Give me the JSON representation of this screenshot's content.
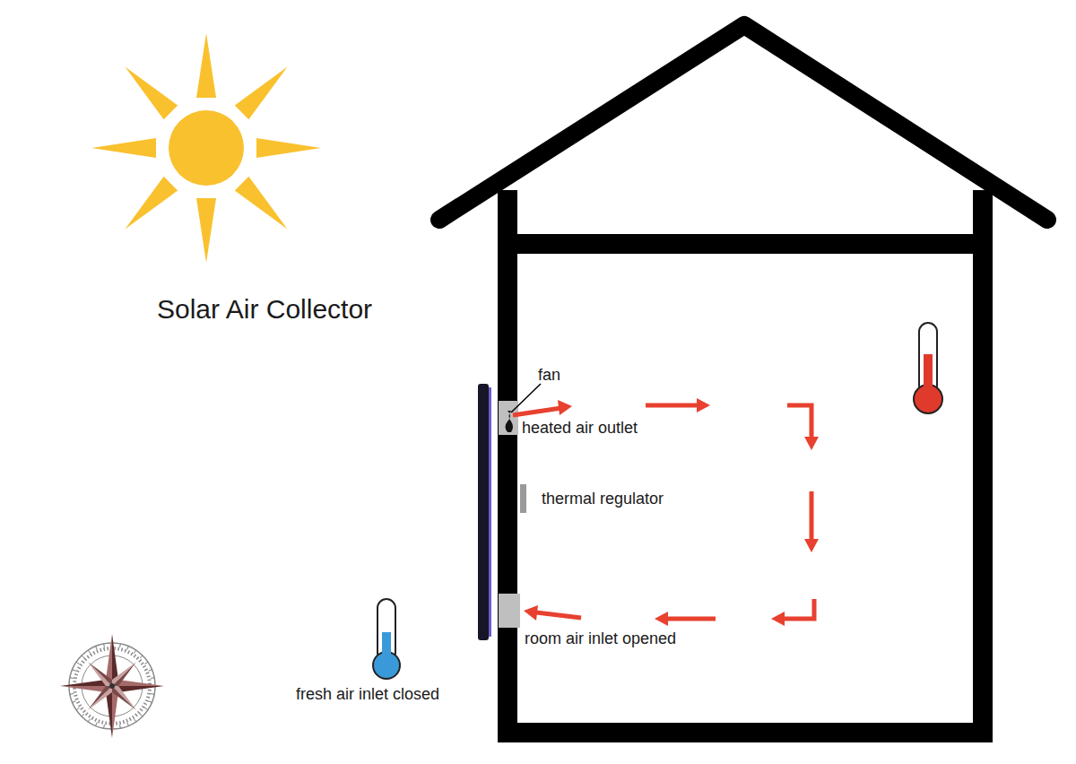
{
  "diagram": {
    "title": "Solar Air Collector",
    "labels": [
      "fan",
      "heated air outlet",
      "thermal regulator",
      "room air inlet opened",
      "fresh air inlet closed"
    ]
  }
}
